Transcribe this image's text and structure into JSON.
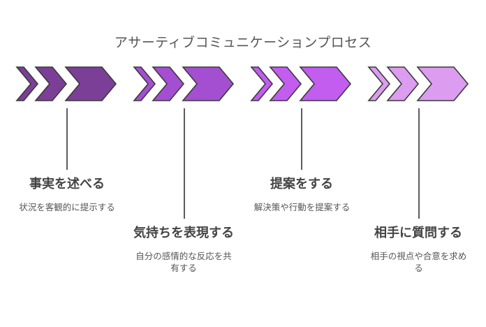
{
  "title": "アサーティブコミュニケーションプロセス",
  "colors": {
    "stroke": "#3a3a3a",
    "line": "#333333",
    "stage_fills": [
      "#7c3f98",
      "#a44fd1",
      "#c25df0",
      "#dc9cf0"
    ]
  },
  "stages": [
    {
      "label": "事実を述べる",
      "description": "状況を客観的に提示する"
    },
    {
      "label": "気持ちを表現する",
      "description": "自分の感情的な反応を共有する"
    },
    {
      "label": "提案をする",
      "description": "解決策や行動を提案する"
    },
    {
      "label": "相手に質問する",
      "description": "相手の視点や合意を求める"
    }
  ]
}
